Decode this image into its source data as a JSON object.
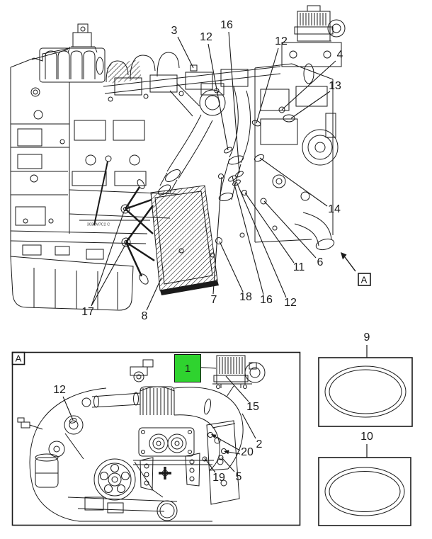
{
  "page": {
    "background": "#ffffff",
    "line_color": "#1a1a1a",
    "highlight_color": "#2fd32f"
  },
  "main_view": {
    "name": "engine-side-view-diagram",
    "ref_label": "A",
    "plate_code": "3032M7C2 C",
    "callouts": [
      {
        "label": "3"
      },
      {
        "label": "12"
      },
      {
        "label": "16"
      },
      {
        "label": "12"
      },
      {
        "label": "4"
      },
      {
        "label": "13"
      },
      {
        "label": "14"
      },
      {
        "label": "6"
      },
      {
        "label": "11"
      },
      {
        "label": "12"
      },
      {
        "label": "16"
      },
      {
        "label": "18"
      },
      {
        "label": "7"
      },
      {
        "label": "17"
      },
      {
        "label": "8"
      }
    ]
  },
  "detail_view": {
    "name": "engine-front-detail-view",
    "ref_label": "A",
    "highlighted_callout": {
      "label": "1"
    },
    "callouts": [
      {
        "label": "12"
      },
      {
        "label": "15"
      },
      {
        "label": "2"
      },
      {
        "label": "20"
      },
      {
        "label": "19"
      },
      {
        "label": "5"
      }
    ]
  },
  "seal_views": [
    {
      "label": "9"
    },
    {
      "label": "10"
    }
  ]
}
